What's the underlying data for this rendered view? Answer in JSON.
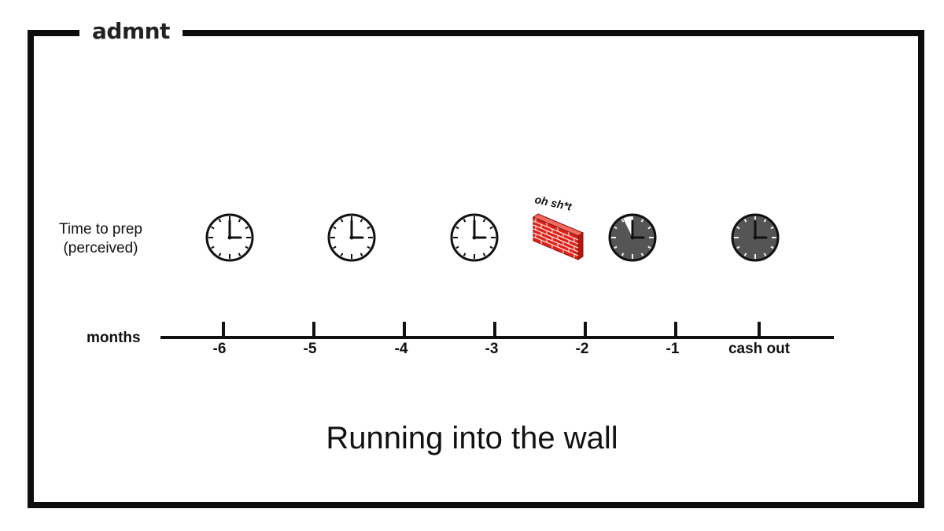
{
  "brand": {
    "name": "admnt"
  },
  "row": {
    "label_line1": "Time to prep",
    "label_line2": "(perceived)"
  },
  "axis": {
    "label": "months",
    "ticks": [
      "-6",
      "-5",
      "-4",
      "-3",
      "-2",
      "-1",
      "cash out"
    ]
  },
  "clocks": [
    {
      "state": "full",
      "color": "#ffffff"
    },
    {
      "state": "full",
      "color": "#ffffff"
    },
    {
      "state": "full",
      "color": "#ffffff"
    },
    {
      "state": "wall"
    },
    {
      "state": "nearly-empty",
      "color": "#555555"
    },
    {
      "state": "empty",
      "color": "#555555"
    }
  ],
  "wall": {
    "note": "oh sh*t",
    "color": "#e2231a",
    "icon": "brick-wall-icon"
  },
  "caption": "Running into the wall"
}
